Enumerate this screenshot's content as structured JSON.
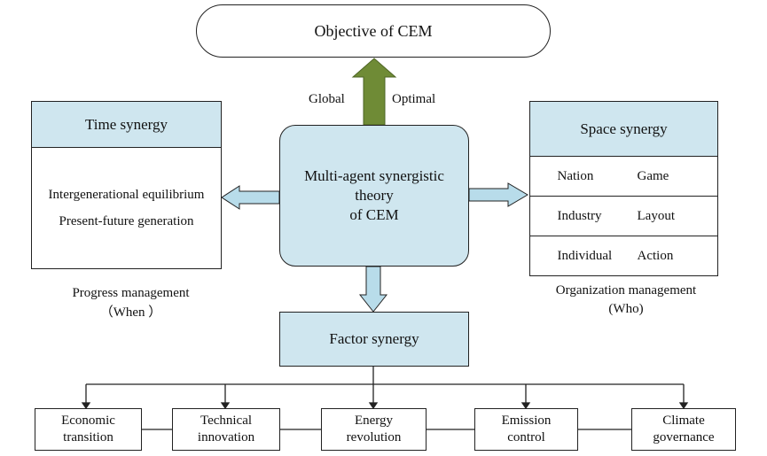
{
  "objective": "Objective of CEM",
  "arrow_labels": {
    "left": "Global",
    "right": "Optimal"
  },
  "core": {
    "lines": [
      "Multi-agent synergistic",
      "theory",
      "of CEM"
    ]
  },
  "time_synergy": {
    "title": "Time synergy",
    "lines": [
      "Intergenerational equilibrium",
      "Present-future generation"
    ],
    "caption": [
      "Progress management",
      "（When ）"
    ]
  },
  "space_synergy": {
    "title": "Space synergy",
    "rows": [
      {
        "a": "Nation",
        "b": "Game"
      },
      {
        "a": "Industry",
        "b": "Layout"
      },
      {
        "a": "Individual",
        "b": "Action"
      }
    ],
    "caption": [
      "Organization management",
      "(Who)"
    ]
  },
  "factor_synergy": {
    "title": "Factor synergy"
  },
  "factors": [
    {
      "line1": "Economic",
      "line2": "transition"
    },
    {
      "line1": "Technical",
      "line2": "innovation"
    },
    {
      "line1": "Energy",
      "line2": "revolution"
    },
    {
      "line1": "Emission",
      "line2": "control"
    },
    {
      "line1": "Climate",
      "line2": "governance"
    }
  ],
  "colors": {
    "box_fill": "#cfe6ef",
    "arrow_green": "#6f8b36",
    "arrow_blue": "#b8dcea",
    "stroke": "#222222"
  }
}
